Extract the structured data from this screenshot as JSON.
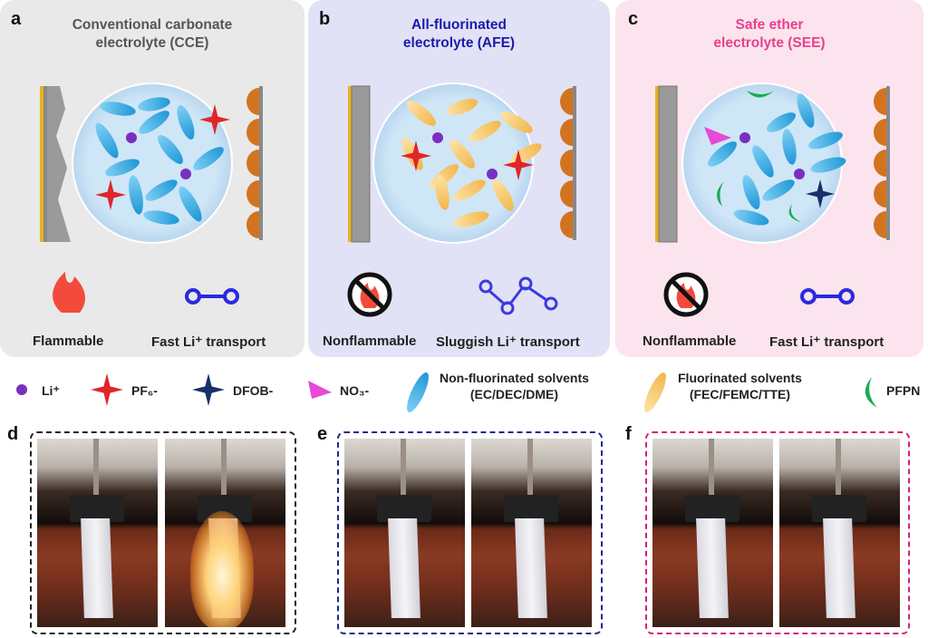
{
  "panels": [
    {
      "letter": "a",
      "title_line1": "Conventional carbonate",
      "title_line2": "electrolyte (CCE)",
      "title_color": "#555555",
      "label_left": "Flammable",
      "label_right": "Fast Li⁺ transport"
    },
    {
      "letter": "b",
      "title_line1": "All-fluorinated",
      "title_line2": "electrolyte (AFE)",
      "title_color": "#1a1aa8",
      "label_left": "Nonflammable",
      "label_right": "Sluggish Li⁺ transport"
    },
    {
      "letter": "c",
      "title_line1": "Safe ether",
      "title_line2": "electrolyte (SEE)",
      "title_color": "#e8408a",
      "label_left": "Nonflammable",
      "label_right": "Fast Li⁺ transport"
    }
  ],
  "legend": [
    {
      "icon": "li-ion-icon",
      "label": "Li⁺"
    },
    {
      "icon": "pf6-anion-icon",
      "label": "PF₆-"
    },
    {
      "icon": "dfob-anion-icon",
      "label": "DFOB-"
    },
    {
      "icon": "no3-anion-icon",
      "label": "NO₃-"
    },
    {
      "icon": "non-fluorinated-solvent-icon",
      "label": "Non-fluorinated solvents",
      "sub": "(EC/DEC/DME)"
    },
    {
      "icon": "fluorinated-solvent-icon",
      "label": "Fluorinated solvents",
      "sub": "(FEC/FEMC/TTE)"
    },
    {
      "icon": "pfpn-icon",
      "label": "PFPN"
    }
  ],
  "photos": [
    {
      "letter": "d",
      "border": "#222222"
    },
    {
      "letter": "e",
      "border": "#1f2a8c"
    },
    {
      "letter": "f",
      "border": "#d6207a"
    }
  ],
  "colors": {
    "blue_solvent": "#29a8e0",
    "yellow_solvent": "#f7c86b",
    "pf6": "#e0262b",
    "dfob": "#16306b",
    "no3": "#e64ad6",
    "pfpn": "#1bab55",
    "li": "#7a2fc0"
  }
}
